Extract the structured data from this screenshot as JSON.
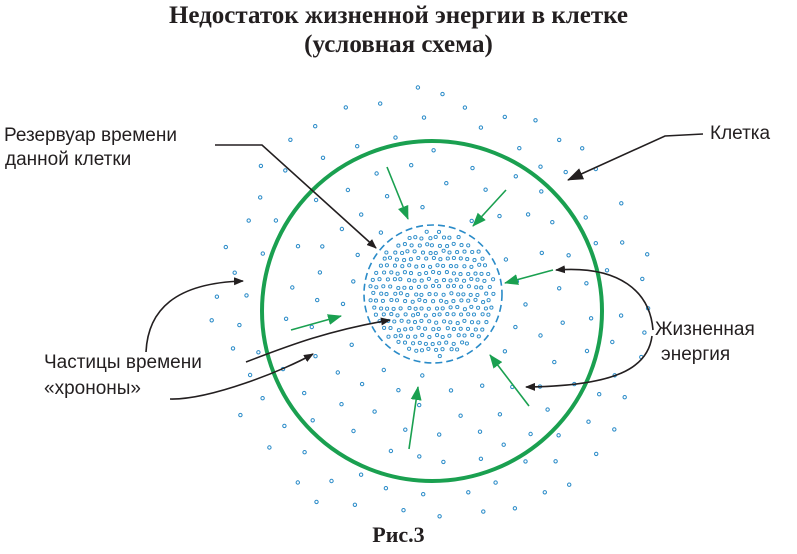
{
  "title": {
    "line1": "Недостаток жизненной энергии в клетке",
    "line2": "(условная схема)"
  },
  "labels": {
    "reservoir_line1": "Резервуар времени",
    "reservoir_line2": "данной клетки",
    "cell": "Клетка",
    "energy_line1": "Жизненная",
    "energy_line2": "энергия",
    "particles_line1": "Частицы времени",
    "particles_line2": "«хрононы»"
  },
  "caption": "Рис.3",
  "colors": {
    "cell_membrane": "#1aa050",
    "energy_arrows": "#1aa050",
    "chronons": "#2a8bc8",
    "reservoir_outline": "#2a8bc8",
    "pointer_lines": "#231f20",
    "text": "#231f20"
  }
}
